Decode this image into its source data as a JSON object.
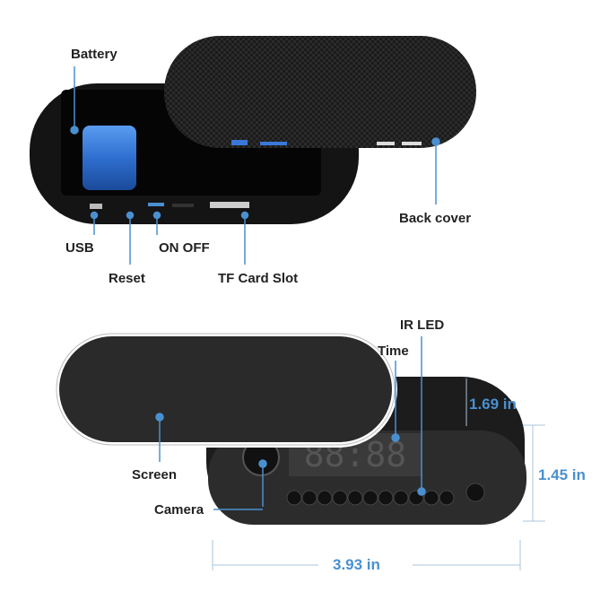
{
  "top_view": {
    "labels": {
      "battery": "Battery",
      "usb": "USB",
      "reset": "Reset",
      "on_off": "ON OFF",
      "tf_card_slot": "TF Card Slot",
      "back_cover": "Back cover"
    }
  },
  "front_view": {
    "labels": {
      "ir_led": "IR LED",
      "time": "Time",
      "screen": "Screen",
      "camera": "Camera"
    },
    "dimensions": {
      "depth": "1.69 in",
      "height": "1.45 in",
      "width": "3.93 in"
    }
  },
  "colors": {
    "callout": "#4a90d0",
    "device": "#151515",
    "battery": "#2f6fd0"
  }
}
